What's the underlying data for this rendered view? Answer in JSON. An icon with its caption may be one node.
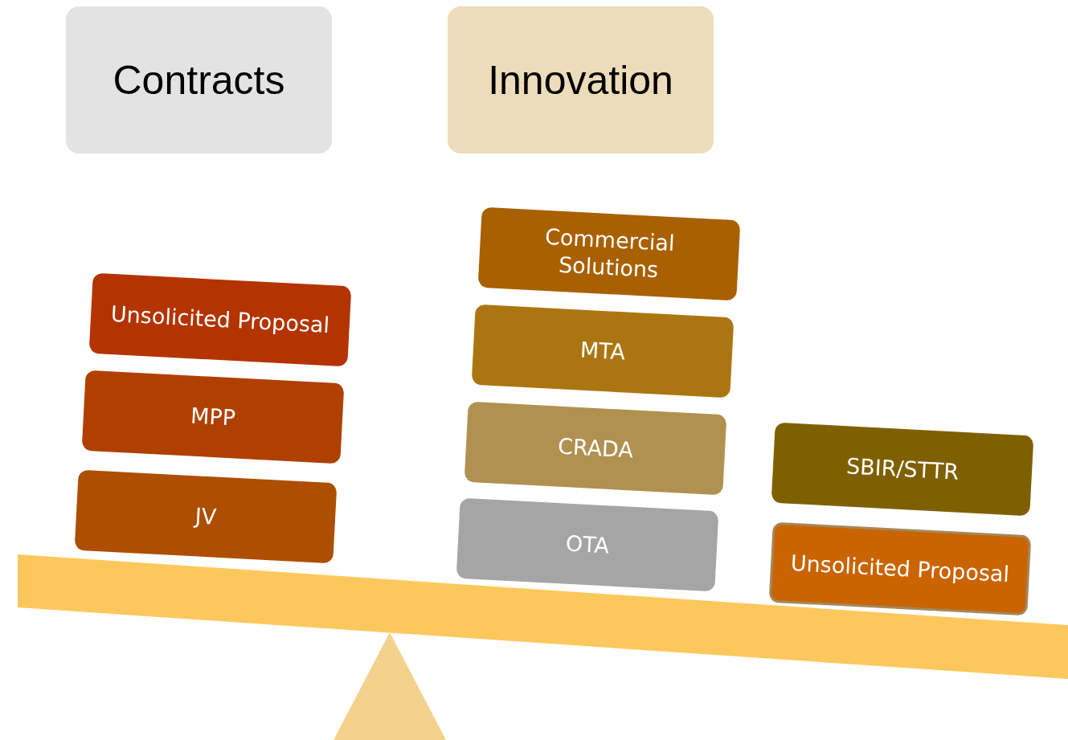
{
  "diagram": {
    "nodes": [
      {
        "text": [
          "Contracts"
        ]
      },
      {
        "text": [
          "Innovation"
        ]
      },
      {
        "text": [
          "Unsolicited Proposal"
        ]
      },
      {
        "text": [
          "MPP"
        ]
      },
      {
        "text": [
          "JV"
        ]
      },
      {
        "text": [
          "Commercial Solutions"
        ]
      },
      {
        "text": [
          "MTA"
        ]
      },
      {
        "text": [
          "CRADA"
        ]
      },
      {
        "text": [
          "OTA"
        ]
      },
      {
        "text": [
          "SBIR/STTR"
        ]
      },
      {
        "text": [
          "Unsolicited Proposal"
        ]
      }
    ]
  }
}
